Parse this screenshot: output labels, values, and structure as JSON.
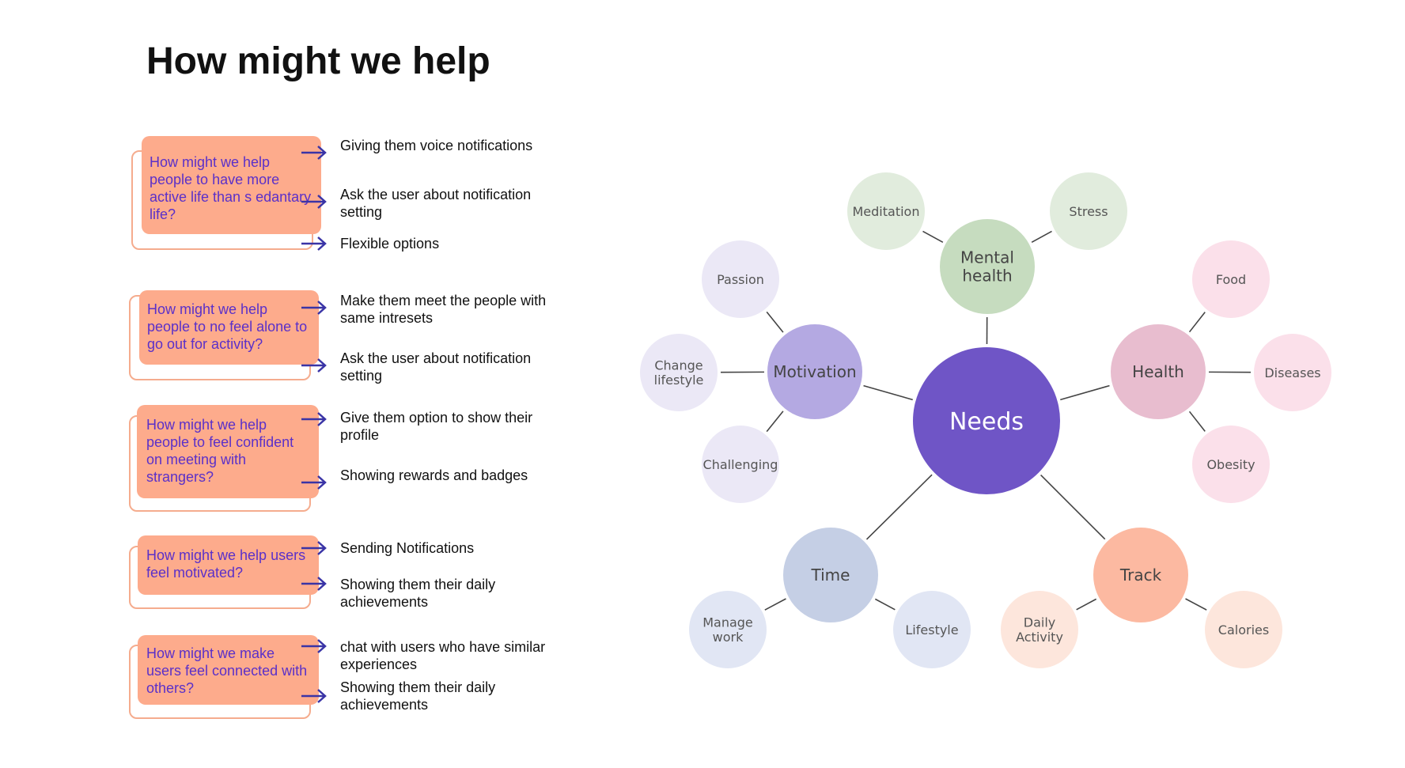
{
  "title": "How might we help",
  "questions": [
    {
      "text": "How might we help people to have more active life than s edantary life?",
      "answers": [
        "Giving them voice notifications",
        "Ask the user about notification setting",
        "Flexible options"
      ]
    },
    {
      "text": "How might we help people to no feel alone to go out for activity?",
      "answers": [
        "Make them meet the people with same intresets",
        "Ask the user about notification setting"
      ]
    },
    {
      "text": "How might we help people to feel confident on meeting with strangers?",
      "answers": [
        "Give them option to show their profile",
        "Showing rewards and badges"
      ]
    },
    {
      "text": "How might we help users feel motivated?",
      "answers": [
        "Sending Notifications",
        "Showing them their daily achievements"
      ]
    },
    {
      "text": "How might we make users feel connected with others?",
      "answers": [
        "chat with users who have similar experiences",
        "Showing them their daily achievements"
      ]
    }
  ],
  "mindmap": {
    "center": {
      "label": "Needs",
      "color": "#6f55c6"
    },
    "branches": [
      {
        "label": "Mental health",
        "color": "#c6dcbf",
        "leafColor": "#e1ecdd",
        "leaves": [
          "Meditation",
          "Stress"
        ]
      },
      {
        "label": "Health",
        "color": "#e8bdcf",
        "leafColor": "#fbe0ea",
        "leaves": [
          "Food",
          "Diseases",
          "Obesity"
        ]
      },
      {
        "label": "Track",
        "color": "#fcb9a1",
        "leafColor": "#fde6dc",
        "leaves": [
          "Daily Activity",
          "Calories"
        ]
      },
      {
        "label": "Time",
        "color": "#c5cfe5",
        "leafColor": "#e1e6f4",
        "leaves": [
          "Manage work",
          "Lifestyle"
        ]
      },
      {
        "label": "Motivation",
        "color": "#b4a9e2",
        "leafColor": "#ebe8f6",
        "leaves": [
          "Passion",
          "Change lifestyle",
          "Challenging"
        ]
      }
    ]
  },
  "colors": {
    "arrow": "#3a34a6",
    "question_text": "#5a30c9",
    "card": "#fdab8c",
    "card_border": "#f5ac8e"
  }
}
